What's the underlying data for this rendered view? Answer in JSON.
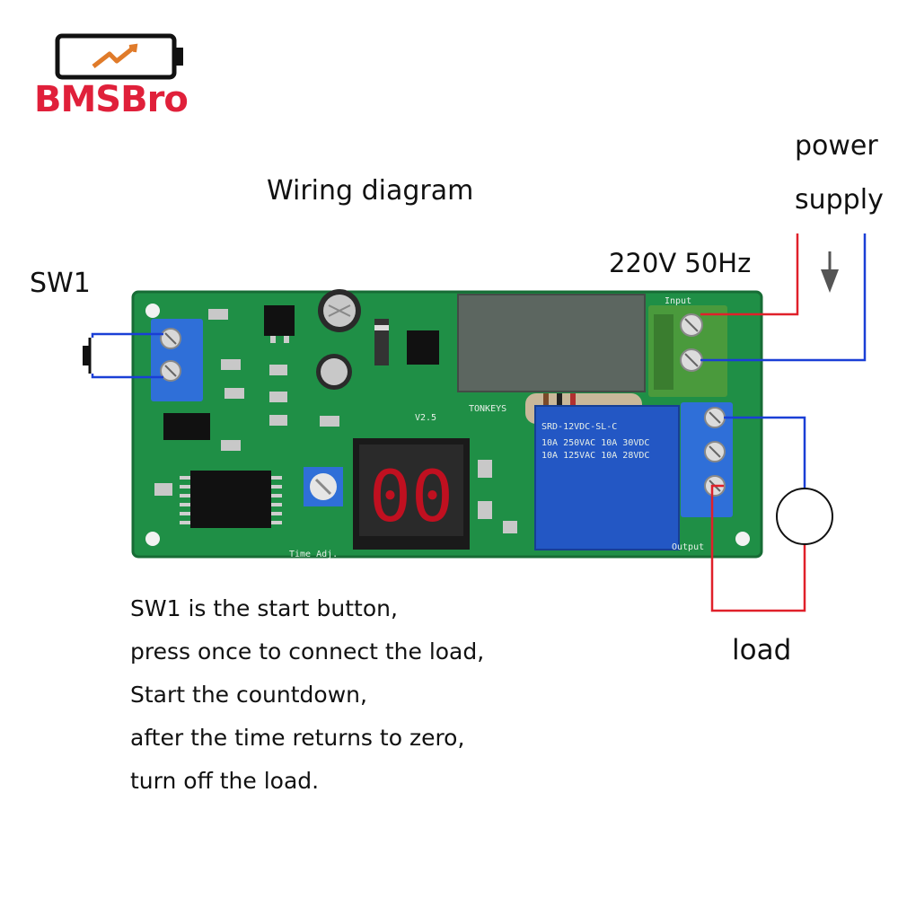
{
  "logo": {
    "text": "BMSBro"
  },
  "title": "Wiring diagram",
  "labels": {
    "sw1": "SW1",
    "voltage": "220V 50Hz",
    "power": "power",
    "supply": "supply",
    "load": "load"
  },
  "notes": [
    "SW1 is the start button,",
    "press once to connect the load,",
    "Start the countdown,",
    "after the time returns to zero,",
    "turn off the load."
  ],
  "board": {
    "display_text": "00",
    "brand": "TONKEYS",
    "version": "V2.5",
    "relay_model": "SRD-12VDC-SL-C",
    "relay_rating_1": "10A 250VAC  10A 30VDC",
    "relay_rating_2": "10A 125VAC  10A 28VDC",
    "input_label": "Input",
    "output_label": "Output",
    "time_adj_label": "Time Adj."
  },
  "colors": {
    "pcb": "#1f8f46",
    "wire_red": "#e0202a",
    "wire_blue": "#1a3fd6",
    "logo_red": "#e0203a",
    "terminal_blue": "#2f6fd8",
    "terminal_green": "#4a9a3c"
  }
}
